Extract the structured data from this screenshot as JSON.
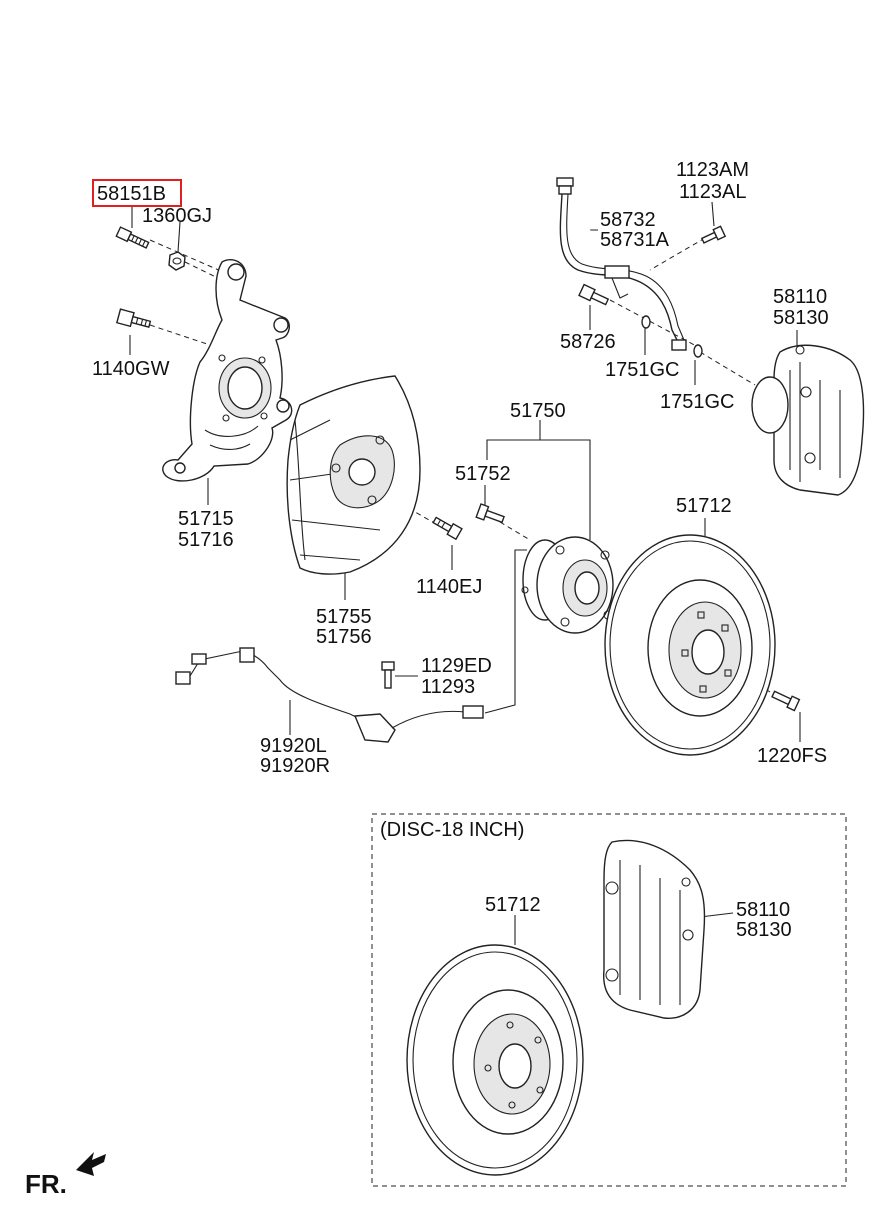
{
  "diagram": {
    "highlight_color": "#e02020",
    "highlighted_part": "58151B",
    "labels": {
      "p58151B": "58151B",
      "p1360GJ": "1360GJ",
      "p1140GW": "1140GW",
      "p51715": "51715",
      "p51716": "51716",
      "p51755": "51755",
      "p51756": "51756",
      "p1140EJ": "1140EJ",
      "p58732": "58732",
      "p58731A": "58731A",
      "p1123AM": "1123AM",
      "p1123AL": "1123AL",
      "p58726": "58726",
      "p1751GC_a": "1751GC",
      "p1751GC_b": "1751GC",
      "p58110_top": "58110",
      "p58130_top": "58130",
      "p51750": "51750",
      "p51752": "51752",
      "p51712_top": "51712",
      "p1129ED": "1129ED",
      "p11293": "11293",
      "p91920L": "91920L",
      "p91920R": "91920R",
      "p1220FS": "1220FS",
      "disc_option": "(DISC-18 INCH)",
      "p51712_bottom": "51712",
      "p58110_bottom": "58110",
      "p58130_bottom": "58130",
      "front": "FR."
    }
  }
}
